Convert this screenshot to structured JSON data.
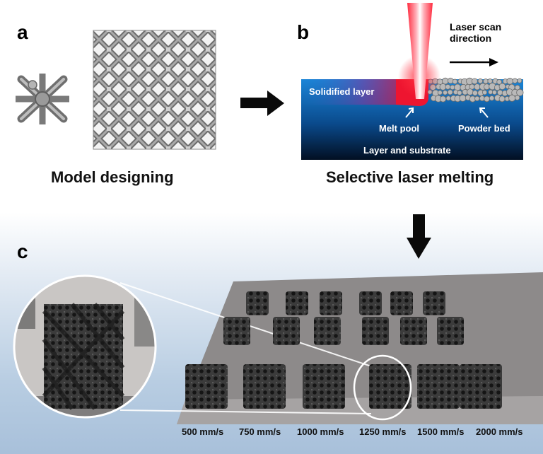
{
  "panel_a": {
    "letter": "a",
    "caption": "Model designing"
  },
  "panel_b": {
    "letter": "b",
    "caption": "Selective laser melting",
    "laser_scan_label_line1": "Laser scan",
    "laser_scan_label_line2": "direction",
    "solidified_layer": "Solidified layer",
    "melt_pool": "Melt pool",
    "powder_bed": "Powder bed",
    "layer_and_substrate": "Layer and substrate"
  },
  "panel_c": {
    "letter": "c",
    "speeds": [
      "500 mm/s",
      "750 mm/s",
      "1000 mm/s",
      "1250 mm/s",
      "1500 mm/s",
      "2000 mm/s"
    ]
  },
  "colors": {
    "substrate_top": "#1a7fd0",
    "substrate_bottom": "#021a33",
    "laser": "#e8001e",
    "lattice_gray": "#8a8a8a"
  }
}
